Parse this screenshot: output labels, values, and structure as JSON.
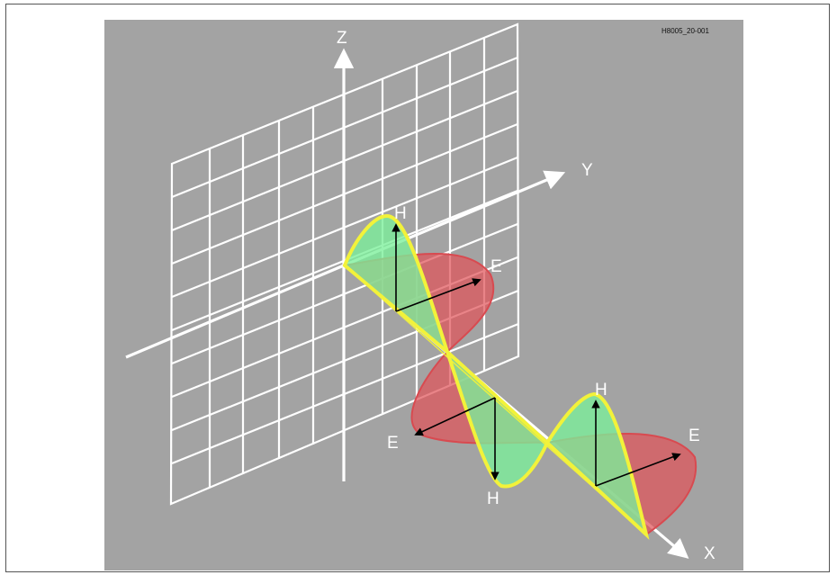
{
  "figure_id": "H8005_20-001",
  "axes": {
    "z_label": "Z",
    "y_label": "Y",
    "x_label": "X"
  },
  "field_labels": {
    "magnetic": "H",
    "electric": "E"
  },
  "colors": {
    "panel_bg": "#a3a3a3",
    "grid": "#ffffff",
    "h_wave_fill": "#7bef9a",
    "h_wave_edge": "#f2f23a",
    "e_wave_fill": "#e0555a",
    "e_wave_edge": "#d84a50",
    "vector": "#000000"
  }
}
